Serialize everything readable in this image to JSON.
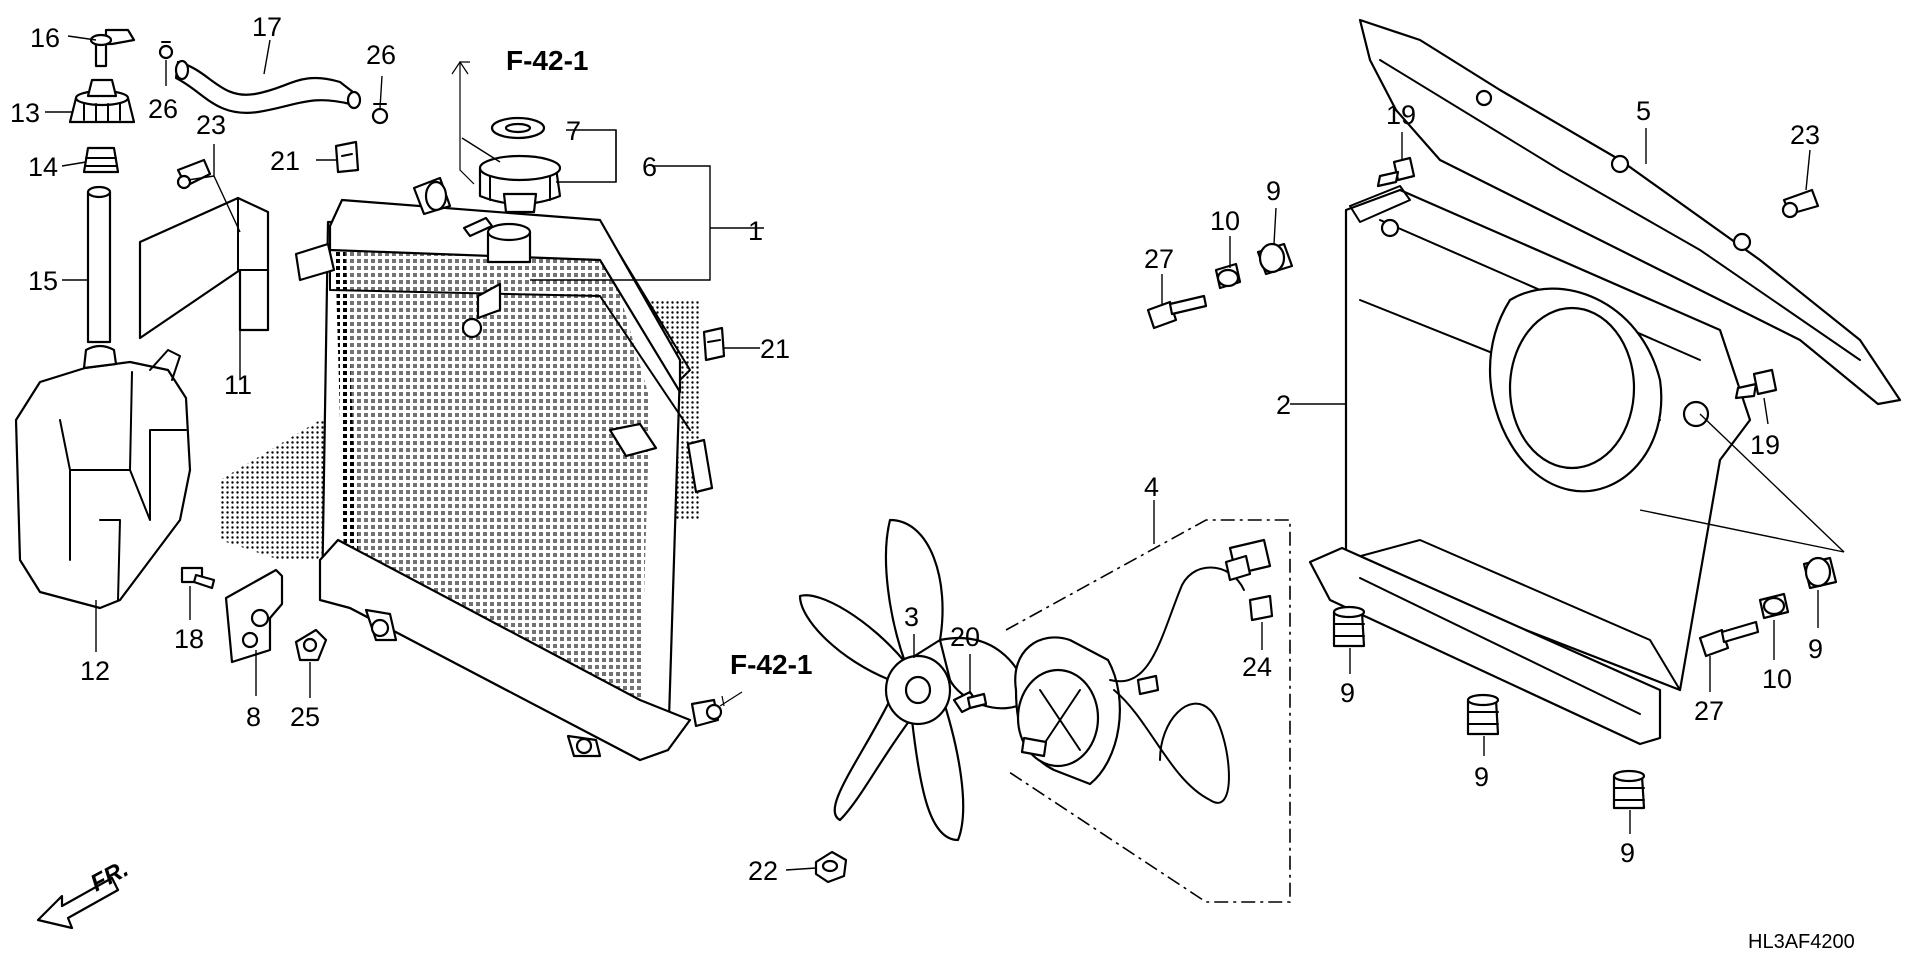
{
  "diagram": {
    "drawing_code": "HL3AF4200",
    "front_indicator": "FR.",
    "refs": {
      "upper": "F-42-1",
      "lower": "F-42-1"
    },
    "callouts": [
      {
        "id": "c16",
        "text": "16"
      },
      {
        "id": "c17",
        "text": "17"
      },
      {
        "id": "c26a",
        "text": "26"
      },
      {
        "id": "c26b",
        "text": "26"
      },
      {
        "id": "c13",
        "text": "13"
      },
      {
        "id": "c14",
        "text": "14"
      },
      {
        "id": "c15",
        "text": "15"
      },
      {
        "id": "c23a",
        "text": "23"
      },
      {
        "id": "c21a",
        "text": "21"
      },
      {
        "id": "c7",
        "text": "7"
      },
      {
        "id": "c6",
        "text": "6"
      },
      {
        "id": "c1",
        "text": "1"
      },
      {
        "id": "c21b",
        "text": "21"
      },
      {
        "id": "c11",
        "text": "11"
      },
      {
        "id": "c12",
        "text": "12"
      },
      {
        "id": "c18",
        "text": "18"
      },
      {
        "id": "c8",
        "text": "8"
      },
      {
        "id": "c25",
        "text": "25"
      },
      {
        "id": "c3",
        "text": "3"
      },
      {
        "id": "c20",
        "text": "20"
      },
      {
        "id": "c4",
        "text": "4"
      },
      {
        "id": "c24",
        "text": "24"
      },
      {
        "id": "c22",
        "text": "22"
      },
      {
        "id": "c19a",
        "text": "19"
      },
      {
        "id": "c5",
        "text": "5"
      },
      {
        "id": "c23b",
        "text": "23"
      },
      {
        "id": "c9a",
        "text": "9"
      },
      {
        "id": "c10a",
        "text": "10"
      },
      {
        "id": "c27a",
        "text": "27"
      },
      {
        "id": "c2",
        "text": "2"
      },
      {
        "id": "c19b",
        "text": "19"
      },
      {
        "id": "c9b",
        "text": "9"
      },
      {
        "id": "c10b",
        "text": "10"
      },
      {
        "id": "c27b",
        "text": "27"
      },
      {
        "id": "c9c",
        "text": "9"
      },
      {
        "id": "c9d",
        "text": "9"
      },
      {
        "id": "c9e",
        "text": "9"
      }
    ]
  }
}
